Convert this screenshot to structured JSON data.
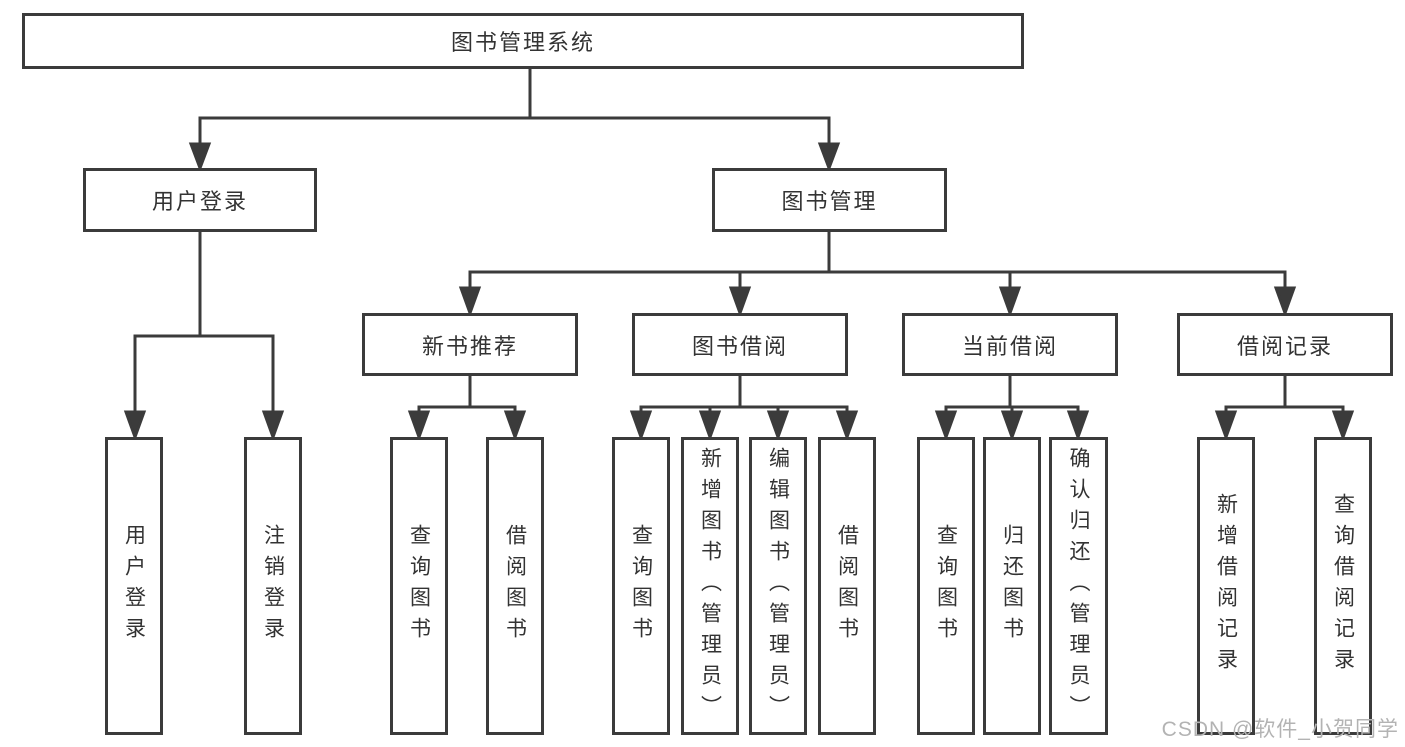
{
  "colors": {
    "line": "#3b3b3b",
    "text": "#333333",
    "box_background": "#ffffff",
    "watermark": "#b3b3b3"
  },
  "tree": {
    "root": {
      "label": "图书管理系统"
    },
    "branches": [
      {
        "label": "用户登录",
        "children": [
          {
            "label": "用户登录"
          },
          {
            "label": "注销登录"
          }
        ]
      },
      {
        "label": "图书管理",
        "children": [
          {
            "label": "新书推荐",
            "children": [
              {
                "label": "查询图书"
              },
              {
                "label": "借阅图书"
              }
            ]
          },
          {
            "label": "图书借阅",
            "children": [
              {
                "label": "查询图书"
              },
              {
                "label": "新增图书（管理员）"
              },
              {
                "label": "编辑图书（管理员）"
              },
              {
                "label": "借阅图书"
              }
            ]
          },
          {
            "label": "当前借阅",
            "children": [
              {
                "label": "查询图书"
              },
              {
                "label": "归还图书"
              },
              {
                "label": "确认归还（管理员）"
              }
            ]
          },
          {
            "label": "借阅记录",
            "children": [
              {
                "label": "新增借阅记录"
              },
              {
                "label": "查询借阅记录"
              }
            ]
          }
        ]
      }
    ]
  },
  "watermark": {
    "text": "CSDN @软件_小贺同学"
  }
}
